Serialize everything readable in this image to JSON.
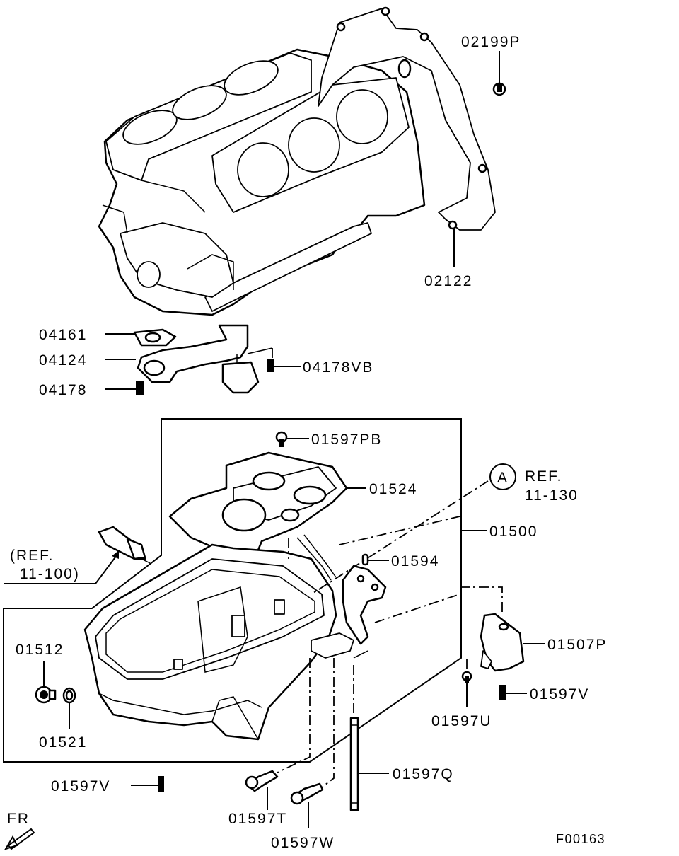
{
  "labels": {
    "p02199P": "02199P",
    "p02122": "02122",
    "p04161": "04161",
    "p04124": "04124",
    "p04178": "04178",
    "p04178VB": "04178VB",
    "p01597PB": "01597PB",
    "p01524": "01524",
    "p01500": "01500",
    "p01594": "01594",
    "p01507P": "01507P",
    "p01597V_right": "01597V",
    "p01597U": "01597U",
    "p01512": "01512",
    "p01521": "01521",
    "p01597V_left": "01597V",
    "p01597T": "01597T",
    "p01597W": "01597W",
    "p01597Q": "01597Q"
  },
  "refs": {
    "circle_marker": "A",
    "ref_right_line1": "REF.",
    "ref_right_line2": "11-130",
    "ref_left_line1": "(REF.",
    "ref_left_line2": "11-100)"
  },
  "direction": {
    "label": "FR"
  },
  "figure_code": "F00163"
}
